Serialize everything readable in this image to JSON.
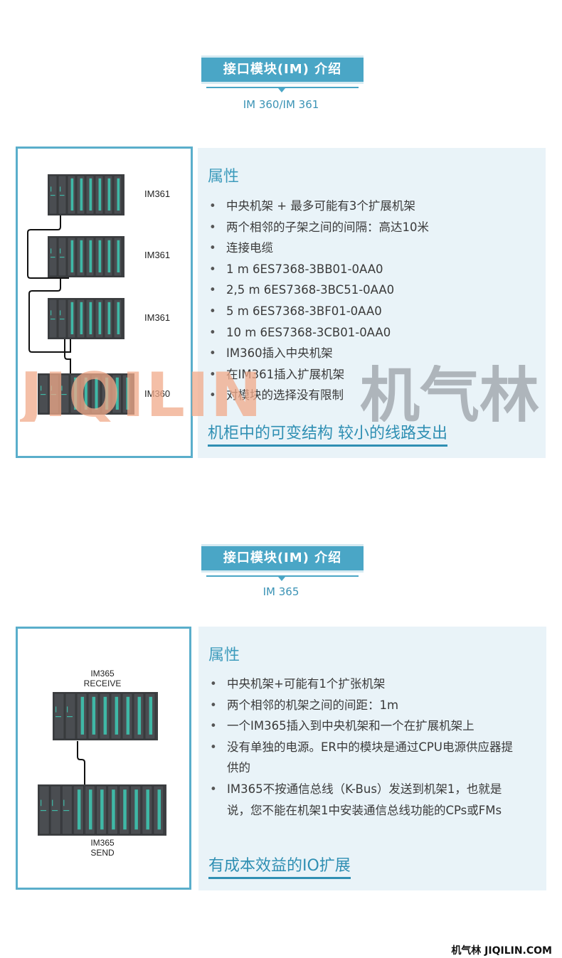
{
  "section1": {
    "banner": "接口模块(IM) 介绍",
    "subtitle": "IM 360/IM 361",
    "rack_labels": [
      "IM361",
      "IM361",
      "IM361",
      "IM360"
    ],
    "props_title": "属性",
    "props": [
      "中央机架 + 最多可能有3个扩展机架",
      "两个相邻的子架之间的间隔：高达10米",
      "连接电缆",
      "1 m   6ES7368-3BB01-0AA0",
      "2,5 m   6ES7368-3BC51-0AA0",
      "5 m   6ES7368-3BF01-0AA0",
      "10 m 6ES7368-3CB01-0AA0",
      "IM360插入中央机架",
      "在IM361插入扩展机架",
      "对模块的选择没有限制"
    ],
    "footer": "机柜中的可变结构   较小的线路支出"
  },
  "section2": {
    "banner": "接口模块(IM) 介绍",
    "subtitle": "IM 365",
    "receive_label": [
      "IM365",
      "RECEIVE"
    ],
    "send_label": [
      "IM365",
      "SEND"
    ],
    "props_title": "属性",
    "props": [
      "中央机架+可能有1个扩张机架",
      "两个相邻的机架之间的间距：1m",
      "一个IM365插入到中央机架和一个在扩展机架上",
      "没有单独的电源。ER中的模块是通过CPU电源供应器提供的",
      "IM365不按通信总线（K-Bus）发送到机架1，也就是说，您不能在机架1中安装通信总线功能的CPs或FMs"
    ],
    "footer": "有成本效益的IO扩展"
  },
  "watermark": {
    "latin": "JIQILIN",
    "cjk": "机气林"
  },
  "site_footer": "机气林  JIQILIN.COM",
  "colors": {
    "accent": "#4aa6c6",
    "panel": "#e9f3f8",
    "rack": "#3d3f42",
    "slot": "#3fb8a6",
    "watermark": "#f0a98a"
  }
}
